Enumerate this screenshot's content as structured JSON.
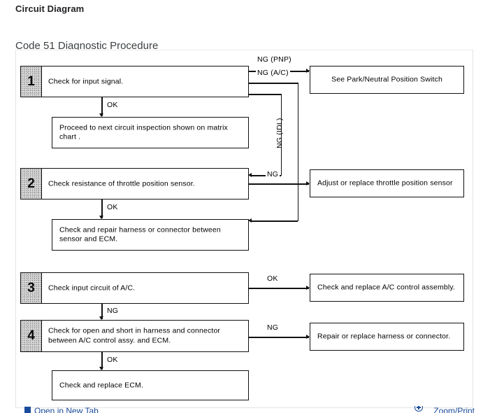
{
  "page": {
    "title": "Circuit Diagram",
    "section_title": "Code 51 Diagnostic Procedure"
  },
  "diagram": {
    "type": "flowchart",
    "steps": [
      {
        "number": "1",
        "text": "Check for input signal."
      },
      {
        "number": "2",
        "text": "Check resistance of throttle position sensor."
      },
      {
        "number": "3",
        "text": "Check input circuit of A/C."
      },
      {
        "number": "4",
        "text": "Check for open and short in harness and connector between A/C control assy. and ECM."
      }
    ],
    "result_boxes": [
      {
        "text": "Proceed to next circuit inspection shown on matrix chart ."
      },
      {
        "text": "Check and repair harness or connector between sensor and ECM."
      },
      {
        "text": "Check and replace ECM."
      }
    ],
    "right_boxes": [
      {
        "text": "See Park/Neutral Position Switch"
      },
      {
        "text": "Adjust or replace throttle position sensor"
      },
      {
        "text": "Check and replace A/C control assembly."
      },
      {
        "text": "Repair or replace harness or connector."
      }
    ],
    "edge_labels": {
      "ng_pnp": "NG (PNP)",
      "ng_ac": "NG (A/C)",
      "ng_idl": "NG (IDL)",
      "ok_1": "OK",
      "ok_2": "OK",
      "ng_2": "NG",
      "ok_3": "OK",
      "ng_3": "NG",
      "ng_4": "NG",
      "ok_4": "OK"
    }
  },
  "actions": {
    "open_new_tab": "Open in New Tab",
    "zoom_print": "Zoom/Print"
  },
  "colors": {
    "link": "#1a4b9b",
    "line": "#111111",
    "badge": "#cfcfcf",
    "panel_border": "#e3e3e3"
  }
}
